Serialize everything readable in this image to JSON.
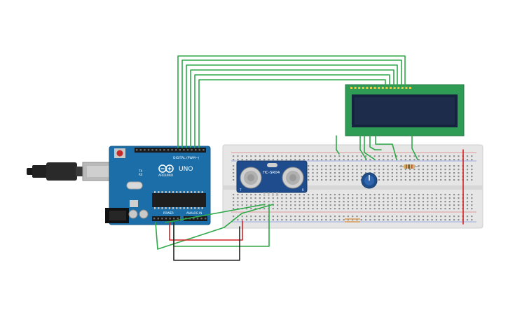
{
  "arduino": {
    "logo": "ARDUINO",
    "model": "UNO",
    "header_digital": "DIGITAL (PWM~)",
    "header_power": "POWER",
    "header_analog": "ANALOG IN",
    "tx": "TX",
    "rx": "RX"
  },
  "sensor": {
    "model": "HC-SR04",
    "pin_t": "T",
    "pin_r": "R"
  },
  "colors": {
    "arduino_board": "#1b6ea8",
    "lcd_board": "#2f9c56",
    "lcd_screen": "#1e2c4c",
    "breadboard": "#e6e6e6",
    "wire_green": "#2fa84a",
    "wire_red": "#d42222",
    "wire_black": "#222222",
    "sensor_board": "#1e4c8c",
    "potentiometer": "#1f4f8c",
    "resistor": "#d9b06a"
  },
  "icons": [
    "usb-cable-icon",
    "reset-button-icon",
    "arduino-logo-icon",
    "dc-jack-icon",
    "potentiometer-icon",
    "resistor-icon"
  ]
}
